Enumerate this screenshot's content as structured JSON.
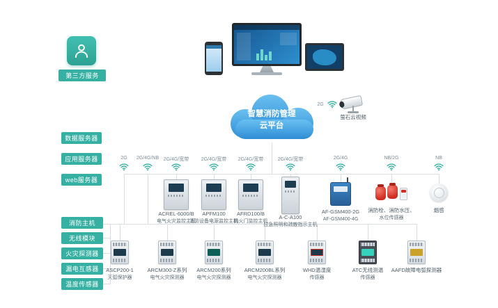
{
  "third_party": {
    "label": "第三方服务"
  },
  "cloud": {
    "title_line1": "智慧消防管理",
    "title_line2": "云平台"
  },
  "camera": {
    "conn": "2G",
    "label": "萤石云视频"
  },
  "server_badges": [
    "数据服务器",
    "应用服务器",
    "web服务器"
  ],
  "device_badges": [
    "消防主机",
    "无线模块",
    "火灾探测器",
    "漏电互感器",
    "温度传感器"
  ],
  "top_columns": [
    {
      "conn": "2G"
    },
    {
      "conn": "2G/4G/NB"
    },
    {
      "conn": "2G/4G/宽带",
      "name": "ACREL-6000/B",
      "desc": "电气火灾监控主机"
    },
    {
      "conn": "2G/4G/宽带",
      "name": "APFM100",
      "desc": "消防设备电源监控主机"
    },
    {
      "conn": "2G/4G/宽带",
      "name": "AFRD100/B",
      "desc": "防火门监控主机"
    },
    {
      "conn": "2G/4G/宽带",
      "name": "A-C-A100",
      "desc": "应急照明和疏散指示主机"
    },
    {
      "conn": "2G/4G",
      "name": "AF-GSM400-2G",
      "desc": "AF-GSM400-4G"
    },
    {
      "conn": "NB/2G",
      "name": "消防栓、消防水压、",
      "desc": "水位传感器"
    },
    {
      "conn": "NB",
      "name": "烟感",
      "desc": ""
    }
  ],
  "bottom_devices": [
    {
      "name": "ASCP200-1",
      "desc": "灭弧保护器"
    },
    {
      "name": "ARCM300-Z系列",
      "desc": "电气火灾探测器"
    },
    {
      "name": "ARCM200系列",
      "desc": "电气火灾探测器"
    },
    {
      "name": "ARCM200BL系列",
      "desc": "电气火灾探测器"
    },
    {
      "name": "WHD温湿度",
      "desc": "传感器"
    },
    {
      "name": "ATC无线测温",
      "desc": "传感器"
    },
    {
      "name": "AAFD故障电弧探测器",
      "desc": ""
    }
  ]
}
